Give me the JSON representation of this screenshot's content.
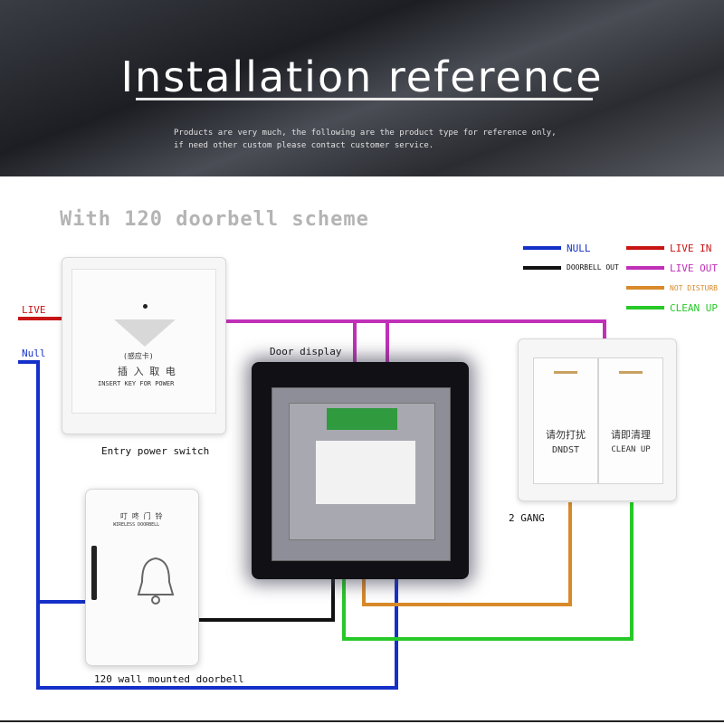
{
  "header": {
    "title": "Installation reference",
    "subtitle_line1": "Products are very much, the following are the product type for reference only,",
    "subtitle_line2": "if need other custom please contact customer service."
  },
  "scheme": {
    "title": "With 120 doorbell scheme"
  },
  "legend": {
    "null": "NULL",
    "doorbell_out": "DOORBELL OUT",
    "live_in": "LIVE IN",
    "live_out": "LIVE OUT",
    "not_disturb": "NOT DISTURB",
    "clean_up": "CLEAN UP"
  },
  "inputs": {
    "live": "LIVE",
    "null": "Null"
  },
  "devices": {
    "power_switch": {
      "label": "Entry power switch",
      "card_cn": "(感应卡)",
      "insert_cn": "插 入 取 电",
      "insert_en": "INSERT KEY FOR POWER"
    },
    "door_display": {
      "label": "Door display"
    },
    "gang_switch": {
      "label": "2 GANG",
      "left_cn": "请勿打扰",
      "left_en": "DNDST",
      "right_cn": "请即清理",
      "right_en": "CLEAN UP"
    },
    "doorbell": {
      "label": "120 wall mounted doorbell",
      "cn": "叮 咚 门 铃",
      "en": "WIRELESS DOORBELL"
    }
  },
  "colors": {
    "null_blue": "#1530c8",
    "live_red": "#c81414",
    "live_out_magenta": "#c030b8",
    "not_disturb_orange": "#d88a2a",
    "clean_up_green": "#28c828",
    "doorbell_black": "#111111"
  }
}
